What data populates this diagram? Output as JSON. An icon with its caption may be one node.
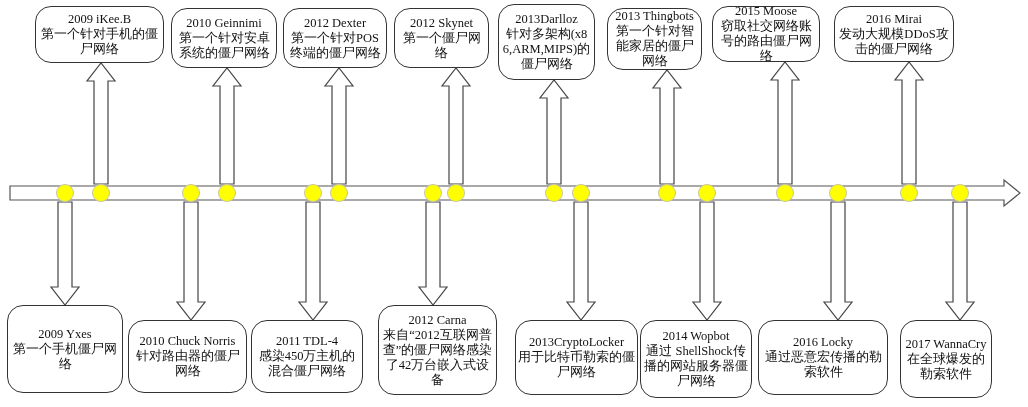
{
  "diagram": {
    "nodes": [
      {
        "text": [
          "2009 iKee.B",
          "第一个针对手机的僵尸网络"
        ]
      },
      {
        "text": [
          "2010 Geinnimi",
          "第一个针对安卓系统的僵尸网络"
        ]
      },
      {
        "text": [
          "2012 Dexter",
          "第一个针对POS终端的僵尸网络"
        ]
      },
      {
        "text": [
          "2012 Skynet",
          "第一个僵尸网络"
        ]
      },
      {
        "text": [
          "2013Darlloz",
          "针对多架构(x86,ARM,MIPS)的僵尸网络"
        ]
      },
      {
        "text": [
          "2013 Thingbots",
          "第一个针对智能家居的僵尸网络"
        ]
      },
      {
        "text": [
          "2015 Moose",
          "窃取社交网络账号的路由僵尸网络"
        ]
      },
      {
        "text": [
          "2016 Mirai",
          "发动大规模DDoS攻击的僵尸网络"
        ]
      },
      {
        "text": [
          "2009 Yxes",
          "第一个手机僵尸网络"
        ]
      },
      {
        "text": [
          "2010 Chuck Norris",
          "针对路由器的僵尸网络"
        ]
      },
      {
        "text": [
          "2011 TDL-4",
          "感染450万主机的混合僵尸网络"
        ]
      },
      {
        "text": [
          "2012 Carna",
          "来自“2012互联网普查”的僵尸网络感染了42万台嵌入式设备"
        ]
      },
      {
        "text": [
          "2013CryptoLocker",
          "用于比特币勒索的僵尸网络"
        ]
      },
      {
        "text": [
          "2014 Wopbot",
          "通过 ShellShock传播的网站服务器僵尸网络"
        ]
      },
      {
        "text": [
          "2016 Locky",
          "通过恶意宏传播的勒索软件"
        ]
      },
      {
        "text": [
          "2017 WannaCry",
          "在全球爆发的勒索软件"
        ]
      },
      {
        "text": [],
        "shape": "circle"
      },
      {
        "text": [],
        "shape": "circle"
      },
      {
        "text": [],
        "shape": "circle"
      },
      {
        "text": [],
        "shape": "circle"
      },
      {
        "text": [],
        "shape": "circle"
      },
      {
        "text": [],
        "shape": "circle"
      },
      {
        "text": [],
        "shape": "circle"
      },
      {
        "text": [],
        "shape": "circle"
      },
      {
        "text": [],
        "shape": "circle"
      },
      {
        "text": [],
        "shape": "circle"
      },
      {
        "text": [],
        "shape": "circle"
      },
      {
        "text": [],
        "shape": "circle"
      },
      {
        "text": [],
        "shape": "circle"
      },
      {
        "text": [],
        "shape": "circle"
      },
      {
        "text": [],
        "shape": "circle"
      },
      {
        "text": [],
        "shape": "circle"
      }
    ],
    "edges": [
      {
        "from": 16,
        "to": 8,
        "arrow": "to"
      },
      {
        "from": 17,
        "to": 0,
        "arrow": "to"
      },
      {
        "from": 18,
        "to": 9,
        "arrow": "to"
      },
      {
        "from": 19,
        "to": 1,
        "arrow": "to"
      },
      {
        "from": 20,
        "to": 10,
        "arrow": "to"
      },
      {
        "from": 21,
        "to": 2,
        "arrow": "to"
      },
      {
        "from": 22,
        "to": 11,
        "arrow": "to"
      },
      {
        "from": 23,
        "to": 3,
        "arrow": "to"
      },
      {
        "from": 24,
        "to": 4,
        "arrow": "to"
      },
      {
        "from": 25,
        "to": 12,
        "arrow": "to"
      },
      {
        "from": 26,
        "to": 5,
        "arrow": "to"
      },
      {
        "from": 27,
        "to": 13,
        "arrow": "to"
      },
      {
        "from": 28,
        "to": 6,
        "arrow": "to"
      },
      {
        "from": 29,
        "to": 14,
        "arrow": "to"
      },
      {
        "from": 30,
        "to": 7,
        "arrow": "to"
      },
      {
        "from": 31,
        "to": 15,
        "arrow": "to"
      }
    ]
  }
}
